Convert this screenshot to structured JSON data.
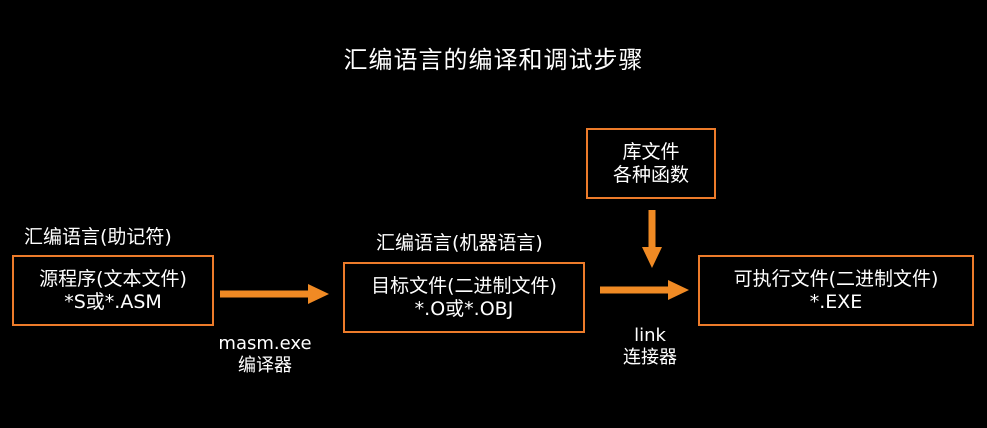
{
  "title": "汇编语言的编译和调试步骤",
  "source": {
    "label": "汇编语言(助记符)",
    "line1": "源程序(文本文件)",
    "line2": "*S或*.ASM"
  },
  "object": {
    "label": "汇编语言(机器语言)",
    "line1": "目标文件(二进制文件)",
    "line2": "*.O或*.OBJ"
  },
  "library": {
    "line1": "库文件",
    "line2": "各种函数"
  },
  "executable": {
    "line1": "可执行文件(二进制文件)",
    "line2": "*.EXE"
  },
  "assembler": {
    "line1": "masm.exe",
    "line2": "编译器"
  },
  "linker": {
    "line1": "link",
    "line2": "连接器"
  },
  "colors": {
    "border": "#ec7b2a",
    "arrow": "#f08a24",
    "background": "#000000",
    "text": "#ffffff"
  }
}
